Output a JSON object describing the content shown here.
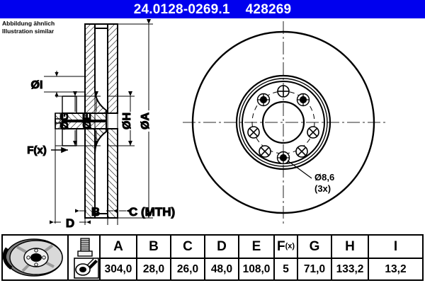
{
  "header": {
    "part_number": "24.0128-0269.1",
    "article_number": "428269",
    "bg_color": "#0000EE",
    "text_color": "#FFFFFF"
  },
  "note": {
    "line_de": "Abbildung ähnlich",
    "line_en": "Illustration similar"
  },
  "section_view": {
    "labels": {
      "dia_i": "ØI",
      "dia_g": "ØG",
      "dia_e": "ØE",
      "dia_h": "ØH",
      "dia_a": "ØA",
      "fx": "F(x)",
      "b": "B",
      "c": "C (MTH)",
      "d": "D"
    }
  },
  "face_view": {
    "hole_callout": {
      "diameter": "Ø8,6",
      "count": "(3x)"
    }
  },
  "table": {
    "disc_photo_alt": "brake-disc-photo",
    "bolt_icon_alt": "wheel-bolt",
    "tool_icon_alt": "grinding-tool",
    "columns": [
      {
        "key": "A",
        "header": "A",
        "sub": "",
        "value": "304,0"
      },
      {
        "key": "B",
        "header": "B",
        "sub": "",
        "value": "28,0"
      },
      {
        "key": "C",
        "header": "C",
        "sub": "",
        "value": "26,0"
      },
      {
        "key": "D",
        "header": "D",
        "sub": "",
        "value": "48,0"
      },
      {
        "key": "E",
        "header": "E",
        "sub": "",
        "value": "108,0"
      },
      {
        "key": "F",
        "header": "F",
        "sub": "(x)",
        "value": "5"
      },
      {
        "key": "G",
        "header": "G",
        "sub": "",
        "value": "71,0"
      },
      {
        "key": "H",
        "header": "H",
        "sub": "",
        "value": "133,2"
      },
      {
        "key": "I",
        "header": "I",
        "sub": "",
        "value": "13,2"
      }
    ]
  }
}
